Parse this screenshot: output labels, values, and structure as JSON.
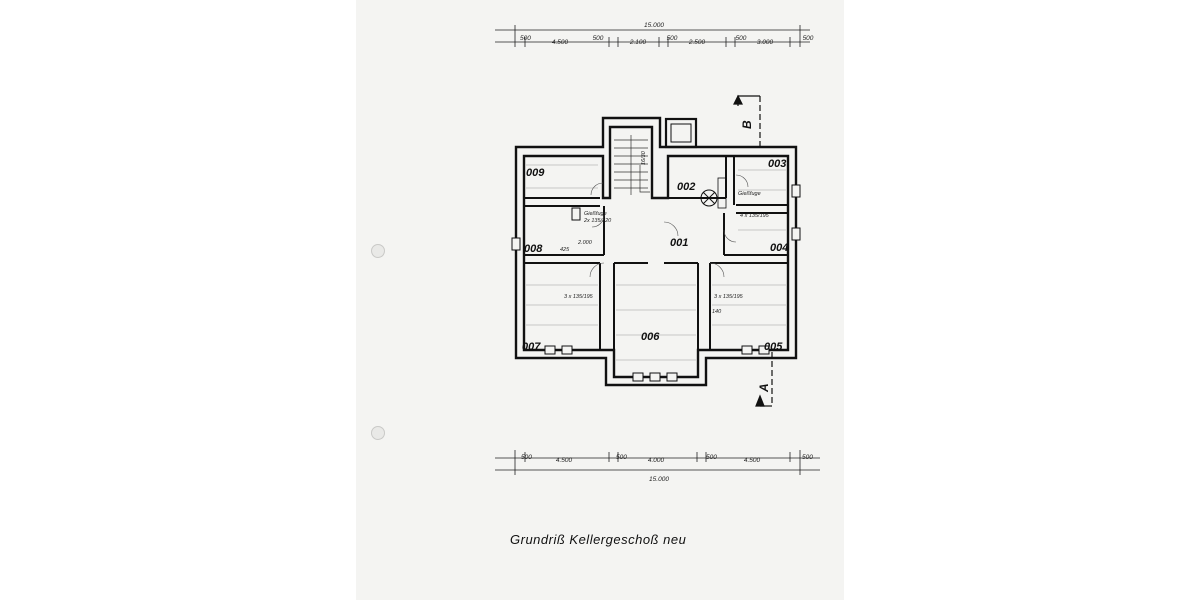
{
  "title": "Grundriß Kellergeschoß neu",
  "top_dimensions": {
    "total": "15.000",
    "segments": [
      "500",
      "4.500",
      "500",
      "2.100",
      "500",
      "2.500",
      "500",
      "3.000",
      "500"
    ]
  },
  "bottom_dimensions": {
    "total": "15.000",
    "segments": [
      "500",
      "4.500",
      "500",
      "4.000",
      "500",
      "4.500",
      "500"
    ]
  },
  "rooms": {
    "r001": "001",
    "r002": "002",
    "r003": "003",
    "r004": "004",
    "r005": "005",
    "r006": "006",
    "r007": "007",
    "r008": "008",
    "r009": "009"
  },
  "notes": {
    "giessfuge_left": "Gießfuge",
    "giessfuge_left_size": "2x 135/120",
    "giessfuge_right": "Gießfuge",
    "window_004": "4 x 135/195",
    "window_007": "3 x 135/195",
    "window_005": "3 x 135/195",
    "stair_note": "16/30",
    "small_dim_1": "2.000",
    "small_dim_2": "425",
    "small_dim_3": "140"
  },
  "section_marks": {
    "top": "B",
    "bottom": "A"
  }
}
